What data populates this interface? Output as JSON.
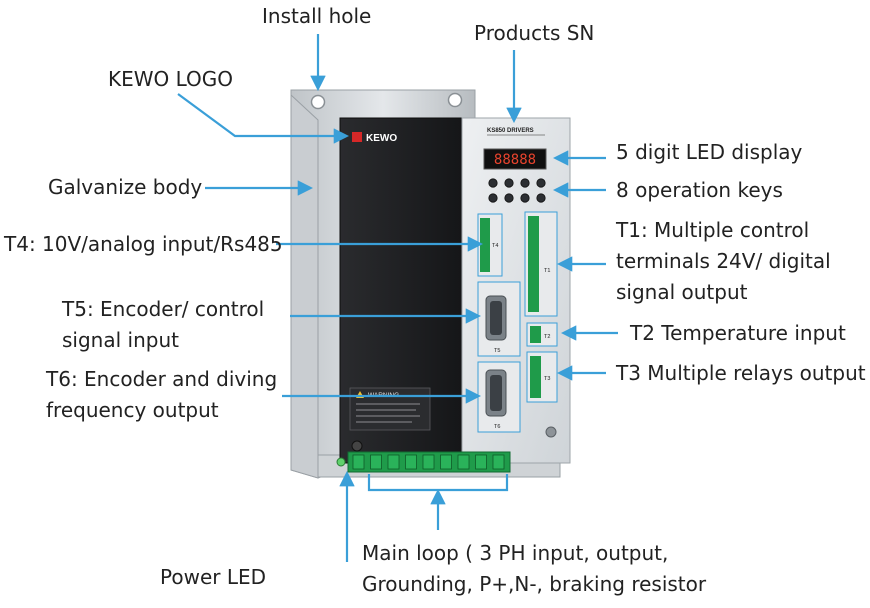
{
  "callouts": {
    "install_hole": "Install hole",
    "products_sn": "Products SN",
    "kewo_logo": "KEWO LOGO",
    "led_display": "5 digit LED display",
    "galvanize_body": "Galvanize body",
    "operation_keys": "8 operation keys",
    "t4": "T4: 10V/analog input/Rs485",
    "t1": "T1: Multiple control\nterminals 24V/ digital\nsignal output",
    "t5": "T5: Encoder/ control\nsignal input",
    "t2": "T2 Temperature input",
    "t6": "T6: Encoder and diving\nfrequency output",
    "t3": "T3 Multiple relays output",
    "power_led": "Power LED",
    "main_loop": "Main loop ( 3 PH input, output,\nGrounding, P+,N-, braking resistor"
  },
  "device": {
    "brand": "KEWO",
    "model_label": "KS850 DRIVERS",
    "display_digits": "88888",
    "warning_title": "WARNING",
    "terminal_labels": {
      "t4": "T4",
      "t1": "T1",
      "t5": "T5",
      "t2": "T2",
      "t3": "T3",
      "t6": "T6"
    }
  },
  "colors": {
    "arrow": "#3a9fd8",
    "front_panel": "#1f2022",
    "control_panel": "#dfe3e6",
    "terminal_green": "#1f9b4a",
    "logo_red": "#d62828"
  }
}
